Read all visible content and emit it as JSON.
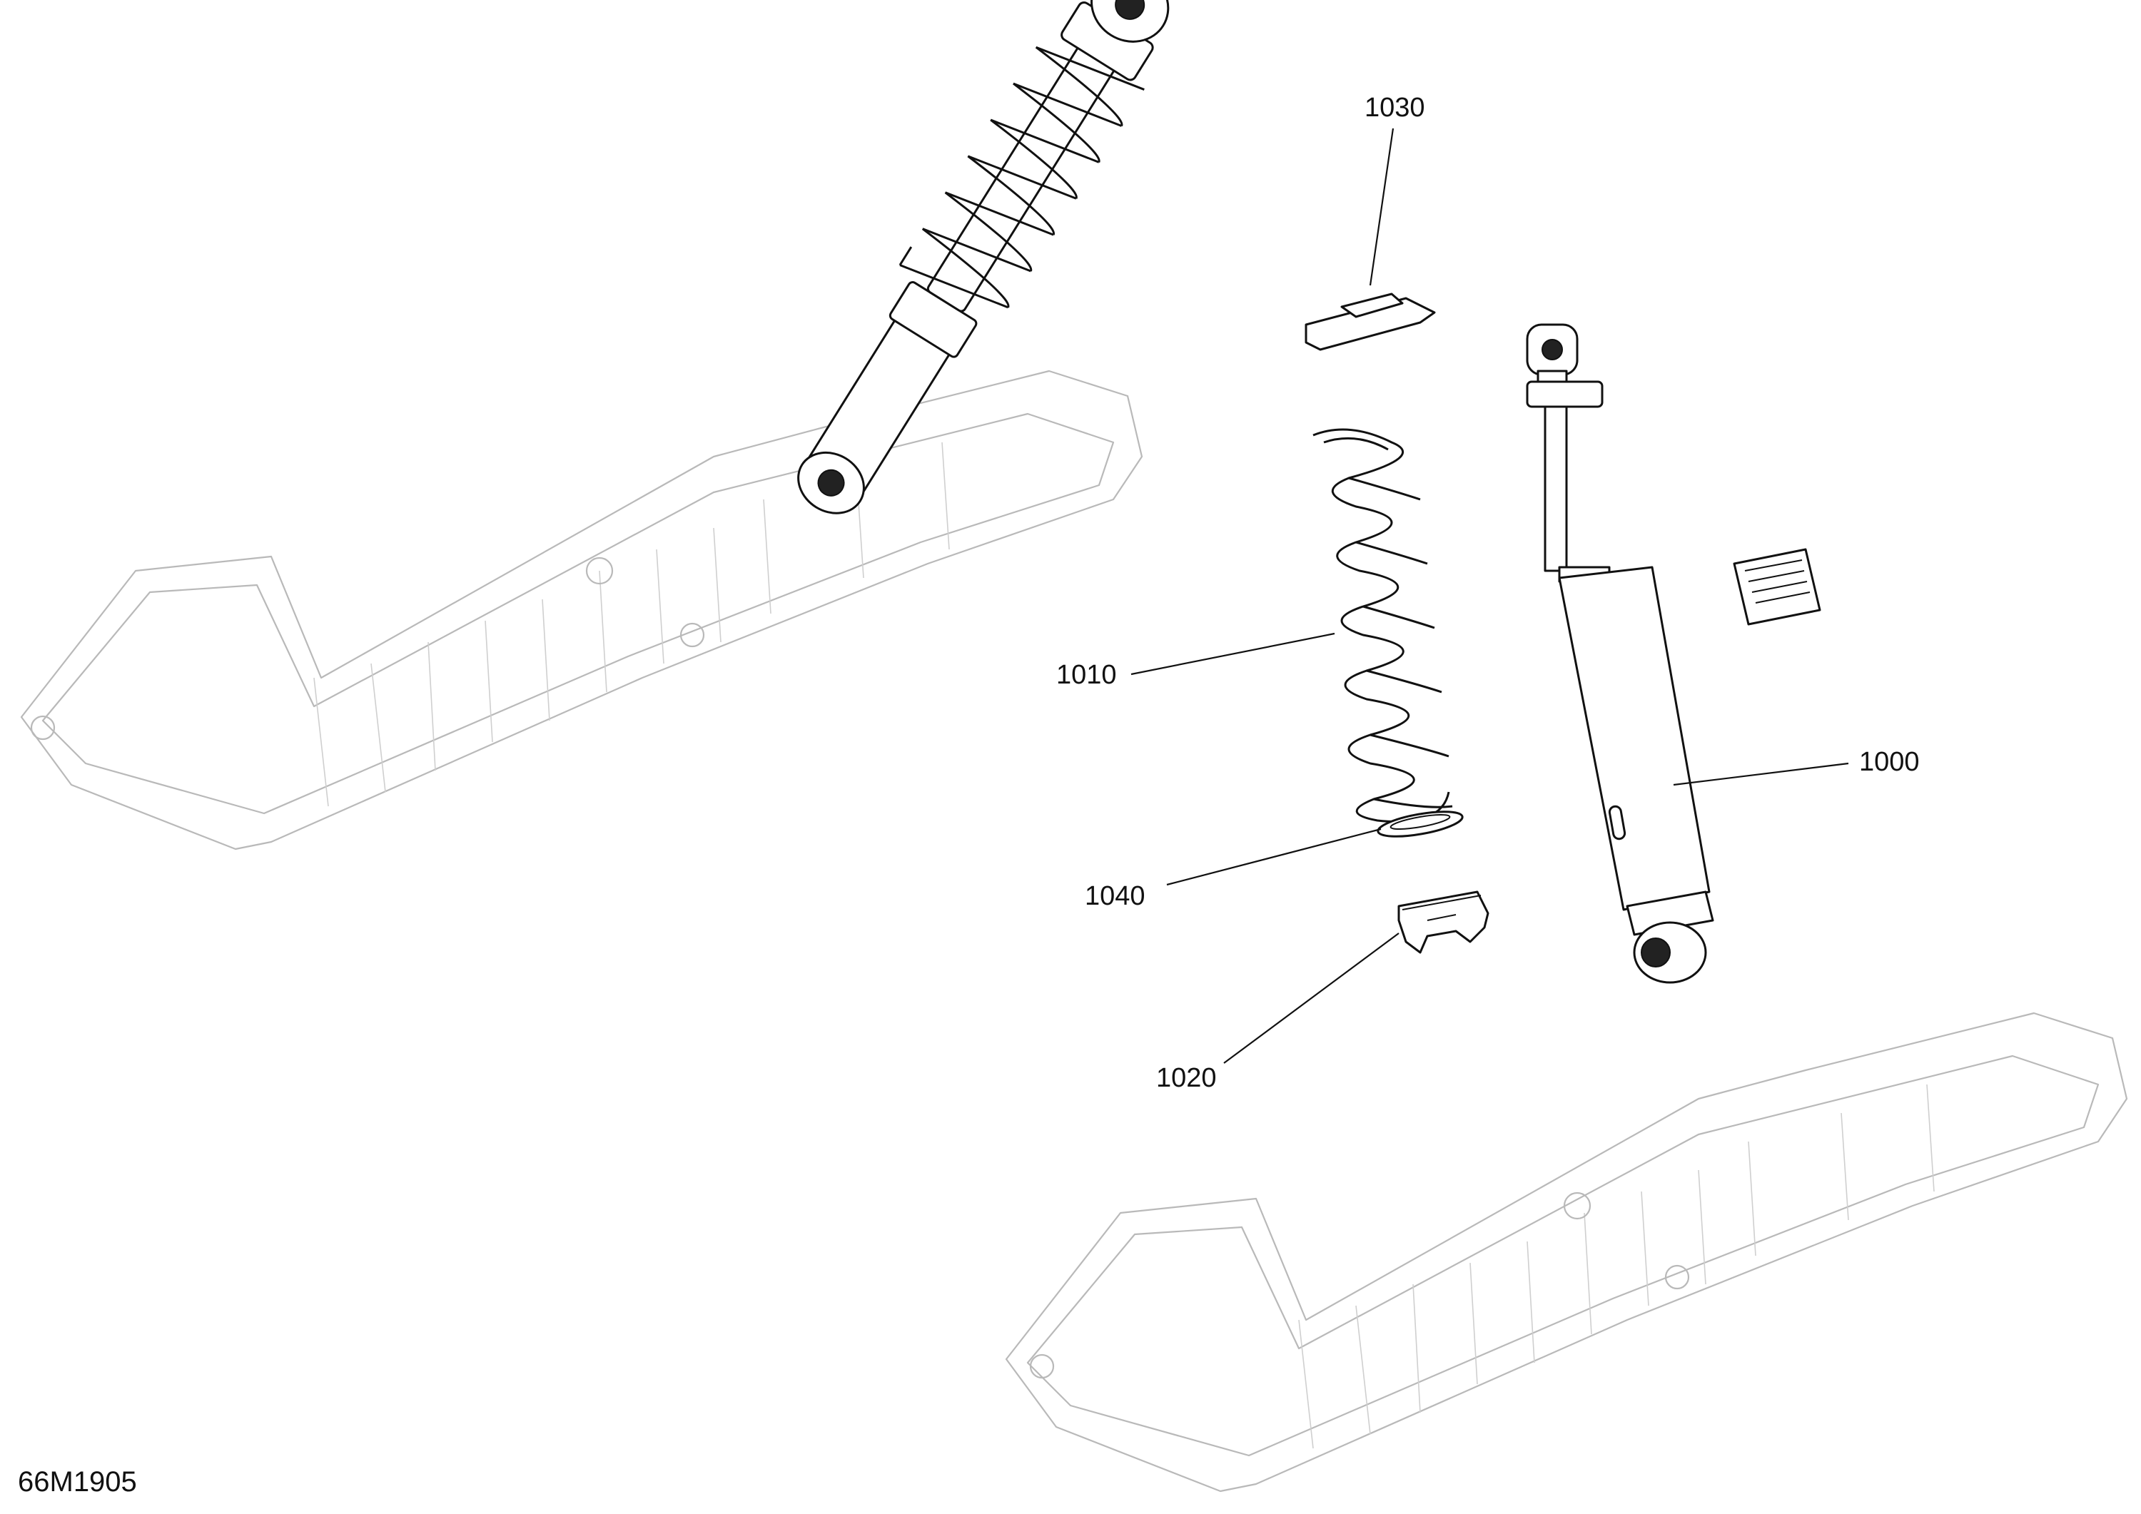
{
  "figure_id": "66M1905",
  "callouts": {
    "c1000": "1000",
    "c1010": "1010",
    "c1020": "1020",
    "c1030": "1030",
    "c1040": "1040"
  },
  "colors": {
    "line": "#111111",
    "ski_outline": "#b9b9b9",
    "background": "#ffffff"
  }
}
